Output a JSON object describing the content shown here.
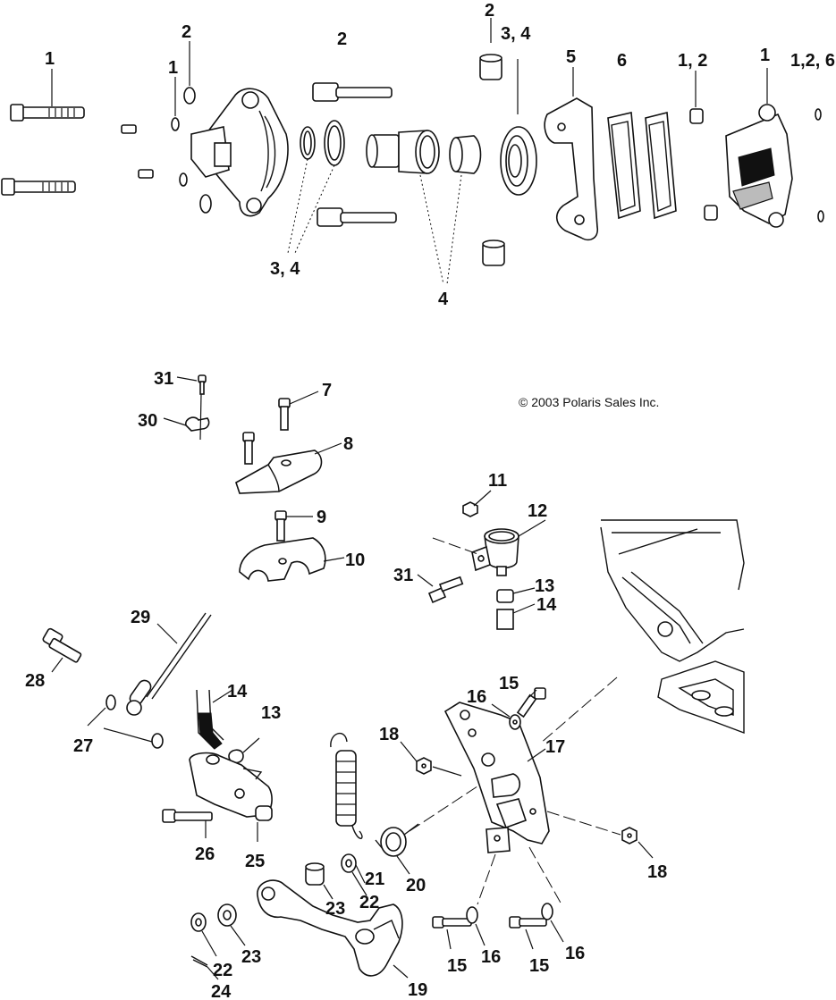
{
  "copyright": "© 2003 Polaris Sales Inc.",
  "callouts": [
    {
      "id": "c1",
      "text": "1"
    },
    {
      "id": "c2",
      "text": "2"
    },
    {
      "id": "c3",
      "text": "1"
    },
    {
      "id": "c4",
      "text": "2"
    },
    {
      "id": "c5",
      "text": "2"
    },
    {
      "id": "c6",
      "text": "3, 4"
    },
    {
      "id": "c7",
      "text": "5"
    },
    {
      "id": "c8",
      "text": "6"
    },
    {
      "id": "c9",
      "text": "1,  2"
    },
    {
      "id": "c10",
      "text": "1"
    },
    {
      "id": "c11",
      "text": "1,2, 6"
    },
    {
      "id": "c12",
      "text": "3, 4"
    },
    {
      "id": "c13",
      "text": "4"
    },
    {
      "id": "c14",
      "text": "31"
    },
    {
      "id": "c15",
      "text": "7"
    },
    {
      "id": "c16",
      "text": "30"
    },
    {
      "id": "c17",
      "text": "8"
    },
    {
      "id": "c18",
      "text": "9"
    },
    {
      "id": "c19",
      "text": "10"
    },
    {
      "id": "c20",
      "text": "11"
    },
    {
      "id": "c21",
      "text": "12"
    },
    {
      "id": "c22",
      "text": "31"
    },
    {
      "id": "c23",
      "text": "13"
    },
    {
      "id": "c24",
      "text": "14"
    },
    {
      "id": "c25",
      "text": "29"
    },
    {
      "id": "c26",
      "text": "28"
    },
    {
      "id": "c27",
      "text": "14"
    },
    {
      "id": "c28",
      "text": "13"
    },
    {
      "id": "c29",
      "text": "27"
    },
    {
      "id": "c30",
      "text": "15"
    },
    {
      "id": "c31",
      "text": "16"
    },
    {
      "id": "c32",
      "text": "18"
    },
    {
      "id": "c33",
      "text": "17"
    },
    {
      "id": "c34",
      "text": "26"
    },
    {
      "id": "c35",
      "text": "25"
    },
    {
      "id": "c36",
      "text": "21"
    },
    {
      "id": "c37",
      "text": "20"
    },
    {
      "id": "c38",
      "text": "22"
    },
    {
      "id": "c39",
      "text": "23"
    },
    {
      "id": "c40",
      "text": "18"
    },
    {
      "id": "c41",
      "text": "23"
    },
    {
      "id": "c42",
      "text": "22"
    },
    {
      "id": "c43",
      "text": "24"
    },
    {
      "id": "c44",
      "text": "19"
    },
    {
      "id": "c45",
      "text": "15"
    },
    {
      "id": "c46",
      "text": "16"
    },
    {
      "id": "c47",
      "text": "15"
    },
    {
      "id": "c48",
      "text": "16"
    }
  ]
}
